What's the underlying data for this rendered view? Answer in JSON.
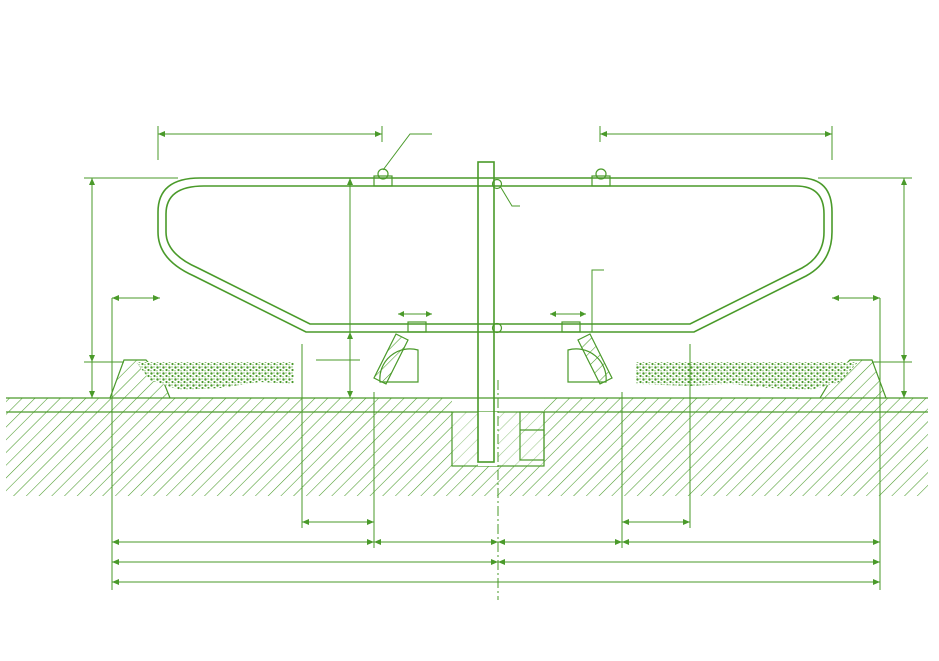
{
  "colors": {
    "line": "#4a9a2a",
    "background": "#ffffff"
  },
  "components": [
    "seesaw-frame",
    "center-post",
    "left-handle-grip",
    "right-handle-grip",
    "left-strut",
    "right-strut",
    "left-sand-pit",
    "right-sand-pit",
    "ground",
    "post-foundation",
    "dimension-lines"
  ]
}
